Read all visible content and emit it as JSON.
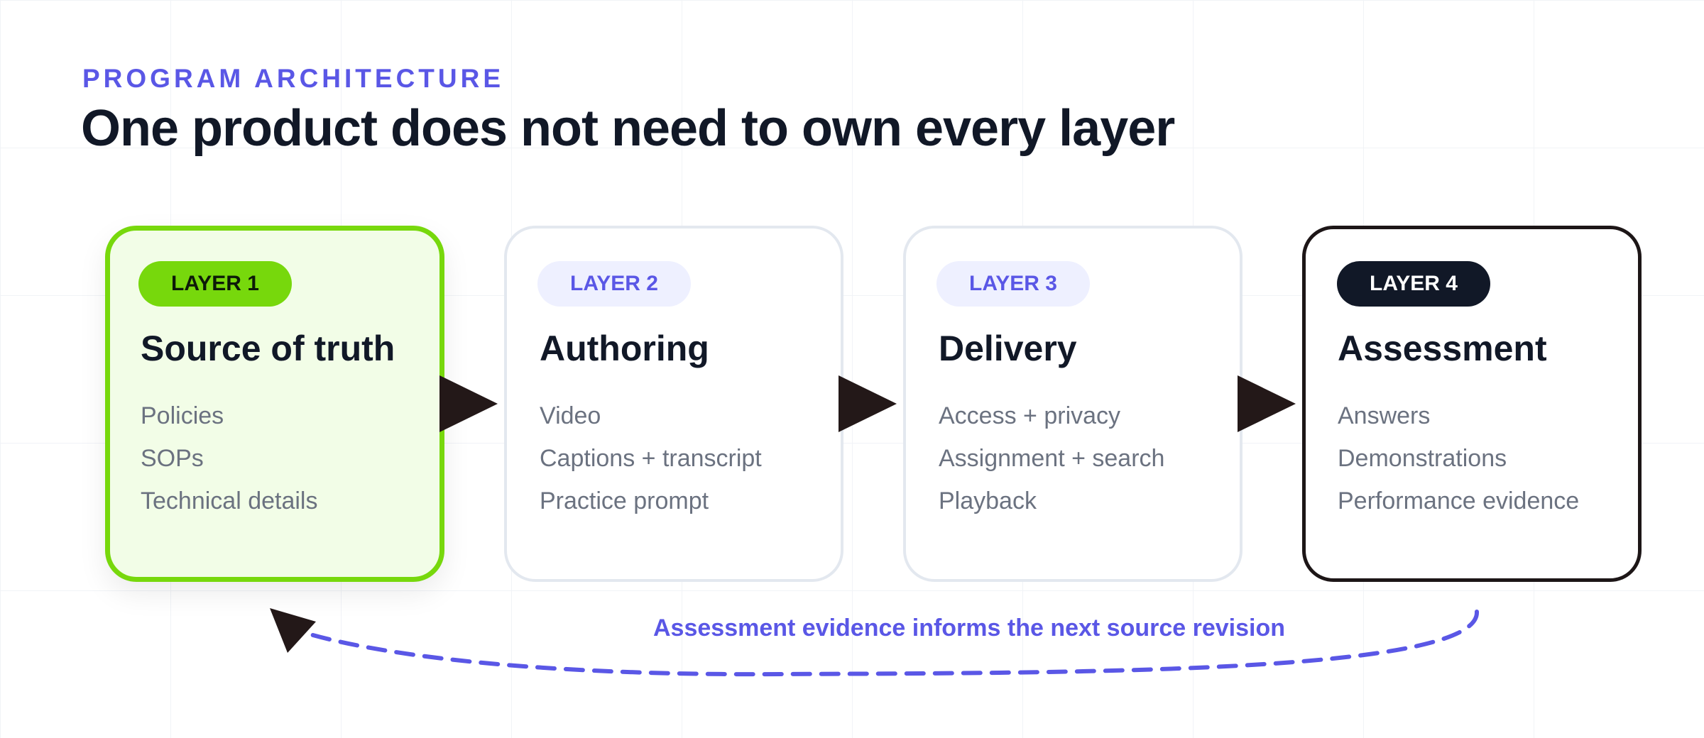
{
  "header": {
    "eyebrow": "PROGRAM ARCHITECTURE",
    "title": "One product does not need to own every layer"
  },
  "layers": [
    {
      "badge": "LAYER 1",
      "title": "Source of truth",
      "items": [
        "Policies",
        "SOPs",
        "Technical details"
      ]
    },
    {
      "badge": "LAYER 2",
      "title": "Authoring",
      "items": [
        "Video",
        "Captions + transcript",
        "Practice prompt"
      ]
    },
    {
      "badge": "LAYER 3",
      "title": "Delivery",
      "items": [
        "Access + privacy",
        "Assignment + search",
        "Playback"
      ]
    },
    {
      "badge": "LAYER 4",
      "title": "Assessment",
      "items": [
        "Answers",
        "Demonstrations",
        "Performance evidence"
      ]
    }
  ],
  "feedback": {
    "label": "Assessment evidence informs the next source revision"
  },
  "colors": {
    "accent": "#5a57e6",
    "highlight_green": "#77d80c",
    "highlight_fill": "#f2fde7",
    "dark": "#111827",
    "arrow": "#231818"
  }
}
